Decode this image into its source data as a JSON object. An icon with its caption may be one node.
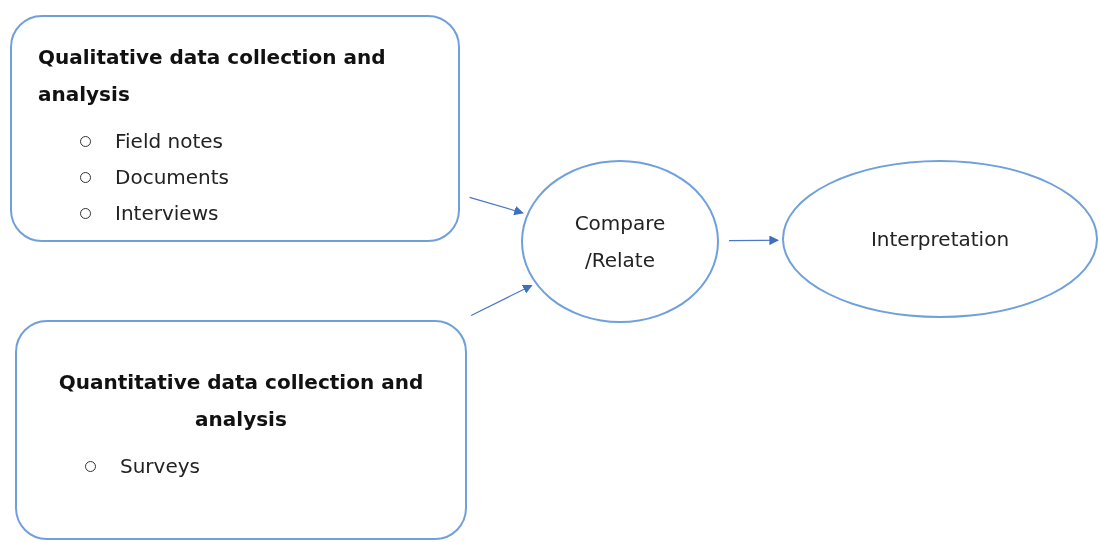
{
  "diagram": {
    "nodes": [
      {
        "text": [
          "Qualitative data collection and analysis",
          "Field notes",
          "Documents",
          "Interviews"
        ]
      },
      {
        "text": [
          "Quantitative data collection and analysis",
          "Surveys"
        ]
      },
      {
        "text": [
          "Compare /Relate"
        ]
      },
      {
        "text": [
          "Interpretation"
        ]
      }
    ],
    "edges": [
      {
        "from": 0,
        "to": 2,
        "arrow": "to"
      },
      {
        "from": 1,
        "to": 2,
        "arrow": "to"
      },
      {
        "from": 2,
        "to": 3,
        "arrow": "to"
      }
    ]
  }
}
